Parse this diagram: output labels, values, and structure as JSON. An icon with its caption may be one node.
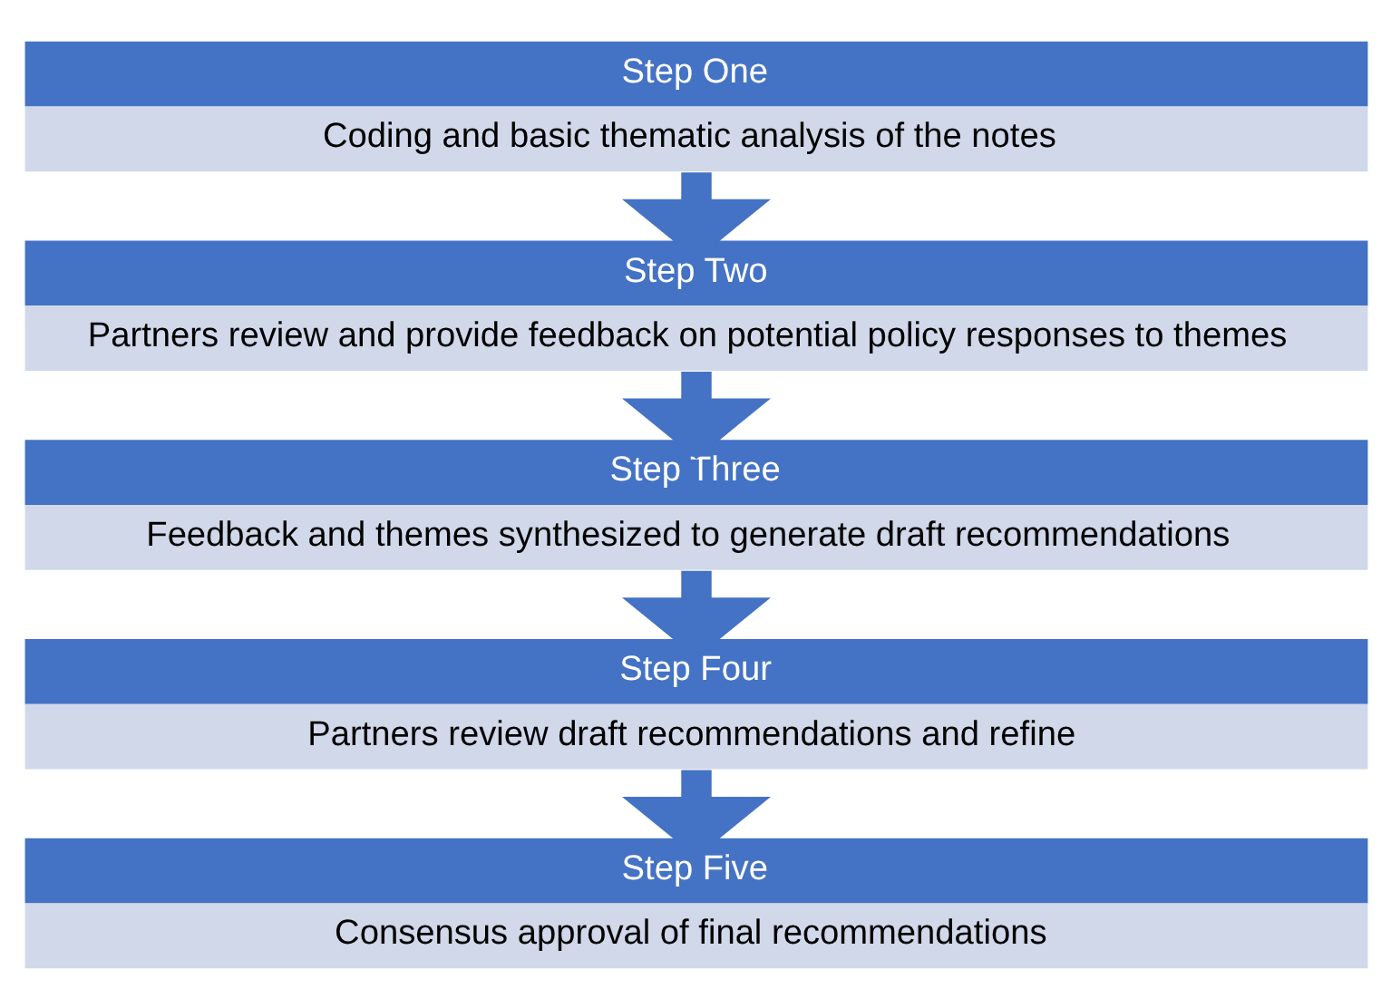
{
  "diagram": {
    "nodes": [
      {
        "text": [
          "Step One",
          "Coding and basic thematic analysis of the notes"
        ]
      },
      {
        "text": [
          "Step Two",
          "Partners review and provide feedback on potential policy responses to themes"
        ]
      },
      {
        "text": [
          "Step Three",
          "Feedback and themes synthesized to generate draft recommendations"
        ]
      },
      {
        "text": [
          "Step Four",
          "Partners review draft recommendations and refine"
        ]
      },
      {
        "text": [
          "Step Five",
          "Consensus approval of final recommendations"
        ]
      }
    ],
    "edges": [
      {
        "from": 0,
        "to": 1,
        "arrow": "to"
      },
      {
        "from": 1,
        "to": 2,
        "arrow": "to"
      },
      {
        "from": 2,
        "to": 3,
        "arrow": "to"
      },
      {
        "from": 3,
        "to": 4,
        "arrow": "to"
      }
    ]
  }
}
